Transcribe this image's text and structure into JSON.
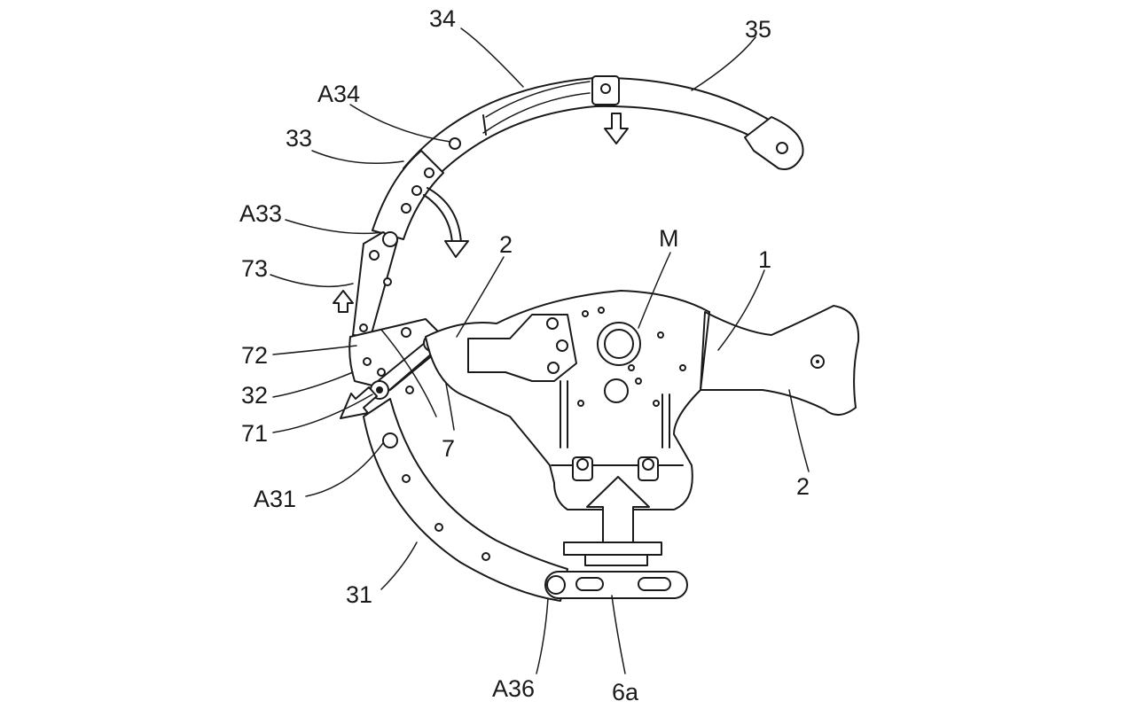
{
  "labels": {
    "l34": "34",
    "l35": "35",
    "lA34": "A34",
    "l33": "33",
    "lA33": "A33",
    "l73": "73",
    "l2a": "2",
    "lM": "M",
    "l1": "1",
    "l72": "72",
    "l32": "32",
    "l71": "71",
    "l7": "7",
    "lA31": "A31",
    "l2b": "2",
    "l31": "31",
    "lA36": "A36",
    "l6a": "6a"
  },
  "colors": {
    "ink": "#1a1a1a",
    "paper": "#ffffff"
  },
  "icons": [
    "down-arrow-icon",
    "curved-arrow-icon",
    "up-arrow-icon",
    "diagonal-arrow-icon",
    "large-up-arrow-icon"
  ]
}
